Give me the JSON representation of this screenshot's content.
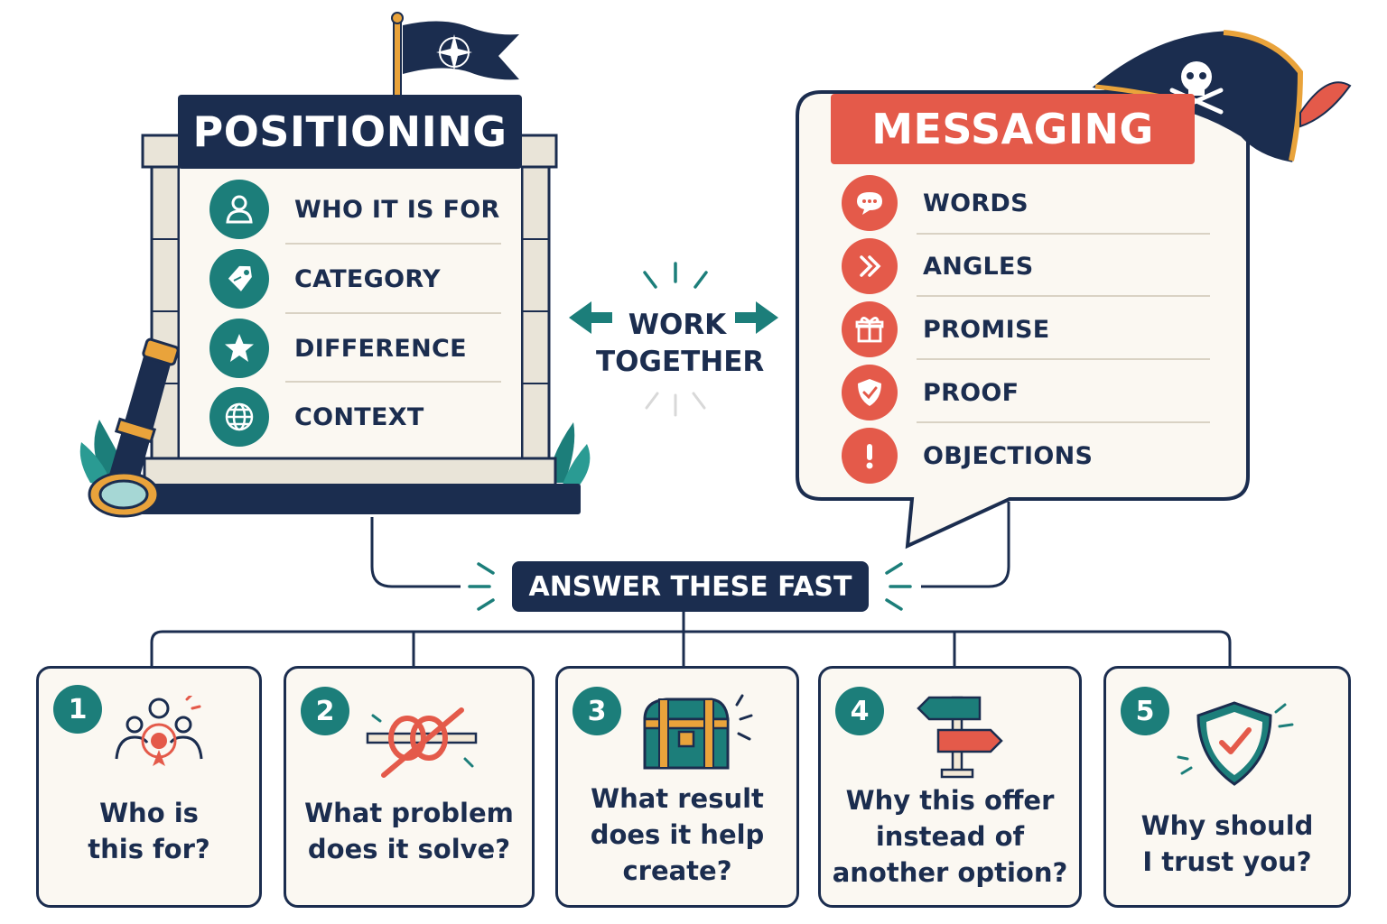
{
  "positioning": {
    "title": "POSITIONING",
    "items": [
      {
        "label": "WHO IT IS FOR",
        "icon": "person-icon"
      },
      {
        "label": "CATEGORY",
        "icon": "tag-icon"
      },
      {
        "label": "DIFFERENCE",
        "icon": "star-icon"
      },
      {
        "label": "CONTEXT",
        "icon": "globe-icon"
      }
    ]
  },
  "messaging": {
    "title": "MESSAGING",
    "items": [
      {
        "label": "WORDS",
        "icon": "speech-bubble-icon"
      },
      {
        "label": "ANGLES",
        "icon": "angle-arrows-icon"
      },
      {
        "label": "PROMISE",
        "icon": "gift-icon"
      },
      {
        "label": "PROOF",
        "icon": "shield-check-icon"
      },
      {
        "label": "OBJECTIONS",
        "icon": "exclamation-icon"
      }
    ]
  },
  "work_together": {
    "line1": "WORK",
    "line2": "TOGETHER"
  },
  "answer_banner": "ANSWER THESE FAST",
  "questions": [
    {
      "number": "1",
      "text": "Who is\nthis for?",
      "icon": "target-audience-icon"
    },
    {
      "number": "2",
      "text": "What problem\ndoes it solve?",
      "icon": "knot-rope-icon"
    },
    {
      "number": "3",
      "text": "What result\ndoes it help\ncreate?",
      "icon": "treasure-chest-icon"
    },
    {
      "number": "4",
      "text": "Why this offer\ninstead of\nanother option?",
      "icon": "signpost-icon"
    },
    {
      "number": "5",
      "text": "Why should\nI trust you?",
      "icon": "trust-shield-icon"
    }
  ],
  "colors": {
    "navy": "#1b2d4f",
    "teal": "#1c7e7a",
    "coral": "#e45a4a",
    "cream": "#fbf8f2",
    "gold": "#e9a33b"
  }
}
